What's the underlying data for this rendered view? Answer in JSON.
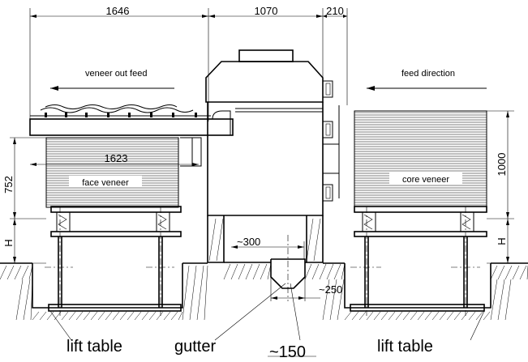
{
  "dimensions": {
    "d1646": "1646",
    "d1070": "1070",
    "d210": "210",
    "d1623": "1623",
    "d752": "752",
    "d1000": "1000",
    "h_left": "H",
    "h_right": "H",
    "d300": "~300",
    "d250": "~250",
    "d150": "~150"
  },
  "labels": {
    "veneer_out_feed": "veneer out feed",
    "feed_direction": "feed direction",
    "face_veneer": "face veneer",
    "core_veneer": "core veneer",
    "lift_table_left": "lift table",
    "gutter": "gutter",
    "lift_table_right": "lift table"
  }
}
